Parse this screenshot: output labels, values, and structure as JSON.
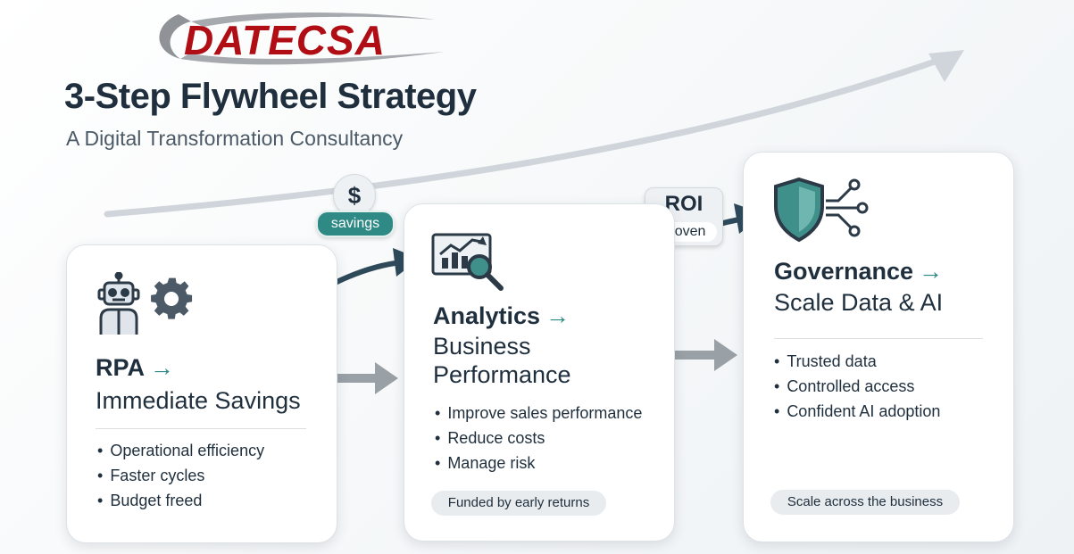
{
  "logo": {
    "text": "DATECSA"
  },
  "header": {
    "title": "3-Step Flywheel Strategy",
    "subtitle": "A Digital Transformation Consultancy"
  },
  "badges": {
    "savings_symbol": "$",
    "savings_label": "savings",
    "roi_title": "ROI",
    "roi_label": "proven"
  },
  "cards": [
    {
      "title": "RPA",
      "arrow": "→",
      "subtitle": "Immediate Savings",
      "icon": "robot-gear-icon",
      "bullets": [
        "Operational efficiency",
        "Faster cycles",
        "Budget freed"
      ]
    },
    {
      "title": "Analytics",
      "arrow": "→",
      "subtitle_line1": "Business",
      "subtitle_line2": "Performance",
      "icon": "chart-magnifier-icon",
      "bullets": [
        "Improve sales performance",
        "Reduce costs",
        "Manage risk"
      ],
      "footer": "Funded by early returns"
    },
    {
      "title": "Governance",
      "arrow": "→",
      "subtitle": "Scale Data & AI",
      "icon": "shield-network-icon",
      "bullets": [
        "Trusted data",
        "Controlled access",
        "Confident AI adoption"
      ],
      "footer": "Scale across the business"
    }
  ],
  "colors": {
    "accent": "#2f8a86",
    "dark": "#1f2f3d",
    "logo_red": "#b00d14",
    "arrow_gray": "#9aa1a6"
  }
}
